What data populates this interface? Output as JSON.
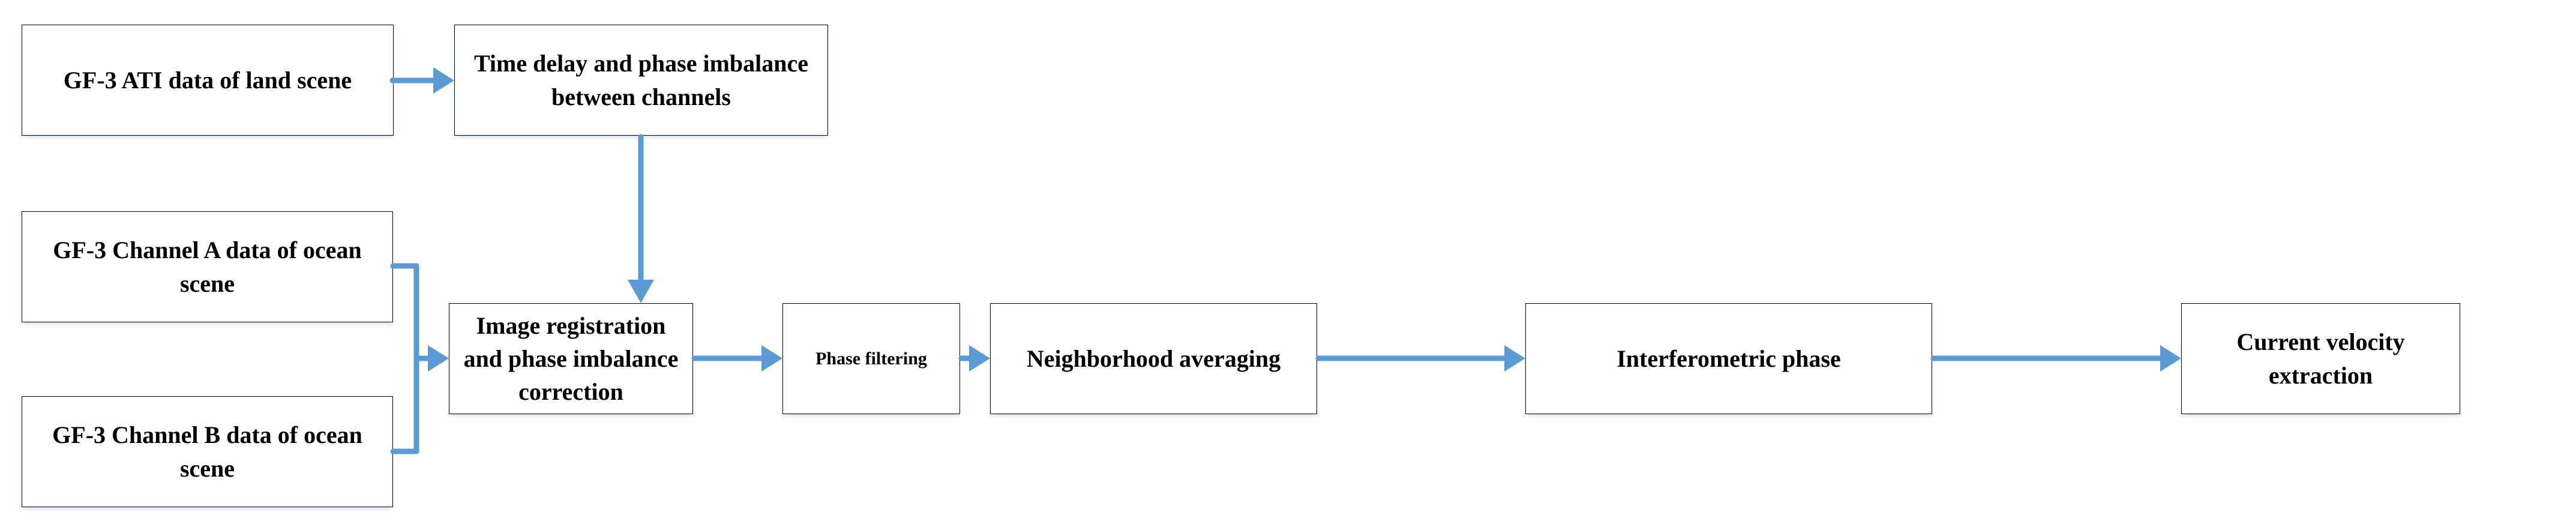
{
  "diagram": {
    "title": "GF-3 ATI current velocity extraction flowchart",
    "accent_color": "#5b9bd5",
    "box_border_color": "#000000",
    "box_fill_color": "#ffffff",
    "text_color": "#000000",
    "nodes": [
      {
        "id": "ati-land",
        "label": "GF-3 ATI data of land scene"
      },
      {
        "id": "time-delay",
        "label": "Time delay and phase imbalance between channels"
      },
      {
        "id": "chan-a",
        "label": "GF-3 Channel A data of ocean scene"
      },
      {
        "id": "chan-b",
        "label": "GF-3 Channel B data of ocean scene"
      },
      {
        "id": "registration",
        "label": "Image registration and phase imbalance correction"
      },
      {
        "id": "phase-filtering",
        "label": "Phase filtering"
      },
      {
        "id": "neighborhood",
        "label": "Neighborhood averaging"
      },
      {
        "id": "interferometric",
        "label": "Interferometric phase"
      },
      {
        "id": "velocity",
        "label": "Current velocity extraction"
      }
    ],
    "edges": [
      {
        "from": "ati-land",
        "to": "time-delay",
        "kind": "arrow-right"
      },
      {
        "from": "time-delay",
        "to": "registration",
        "kind": "arrow-down"
      },
      {
        "from": "chan-a",
        "to": "registration",
        "kind": "bracket-merge-arrow-right"
      },
      {
        "from": "chan-b",
        "to": "registration",
        "kind": "bracket-merge-arrow-right"
      },
      {
        "from": "registration",
        "to": "phase-filtering",
        "kind": "arrow-right"
      },
      {
        "from": "phase-filtering",
        "to": "neighborhood",
        "kind": "arrow-right"
      },
      {
        "from": "neighborhood",
        "to": "interferometric",
        "kind": "arrow-right"
      },
      {
        "from": "interferometric",
        "to": "velocity",
        "kind": "arrow-right"
      }
    ]
  }
}
